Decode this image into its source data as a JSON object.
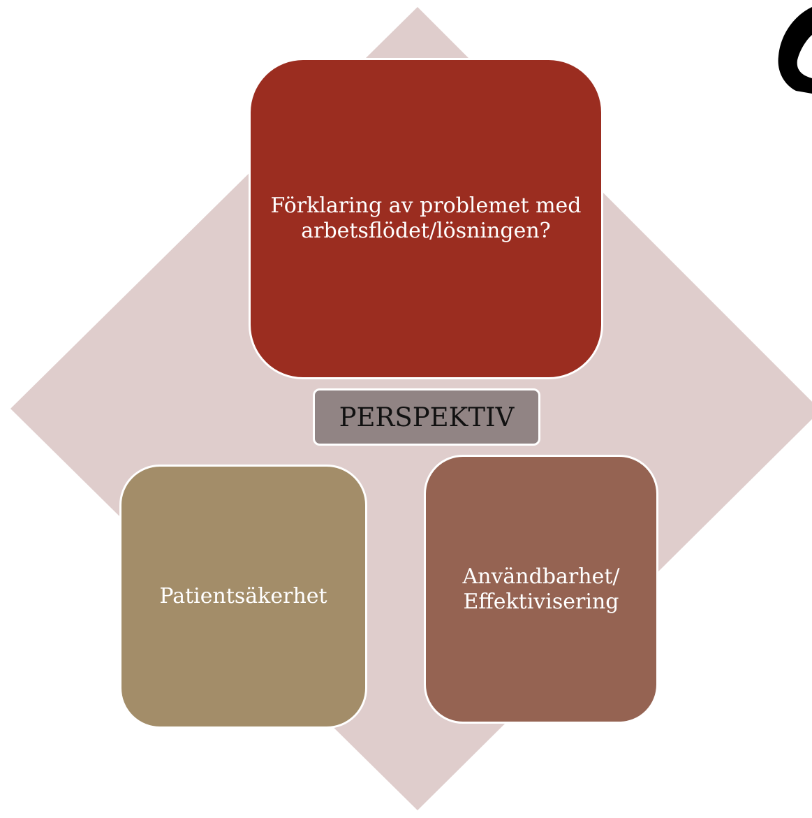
{
  "diagram": {
    "center_label": "PERSPEKTIV",
    "top_box": {
      "text": "Förklaring av problemet med arbetsflödet/lösningen?"
    },
    "left_box": {
      "text": "Patientsäkerhet"
    },
    "right_box": {
      "text": "Användbarhet/ Effektivisering"
    }
  },
  "colors": {
    "background_diamond": "#dfcdcc",
    "top_box": "#9b2d20",
    "left_box": "#a38d69",
    "right_box": "#956352",
    "center_label_bg": "#918484",
    "text_light": "#ffffff",
    "text_dark": "#111111"
  }
}
